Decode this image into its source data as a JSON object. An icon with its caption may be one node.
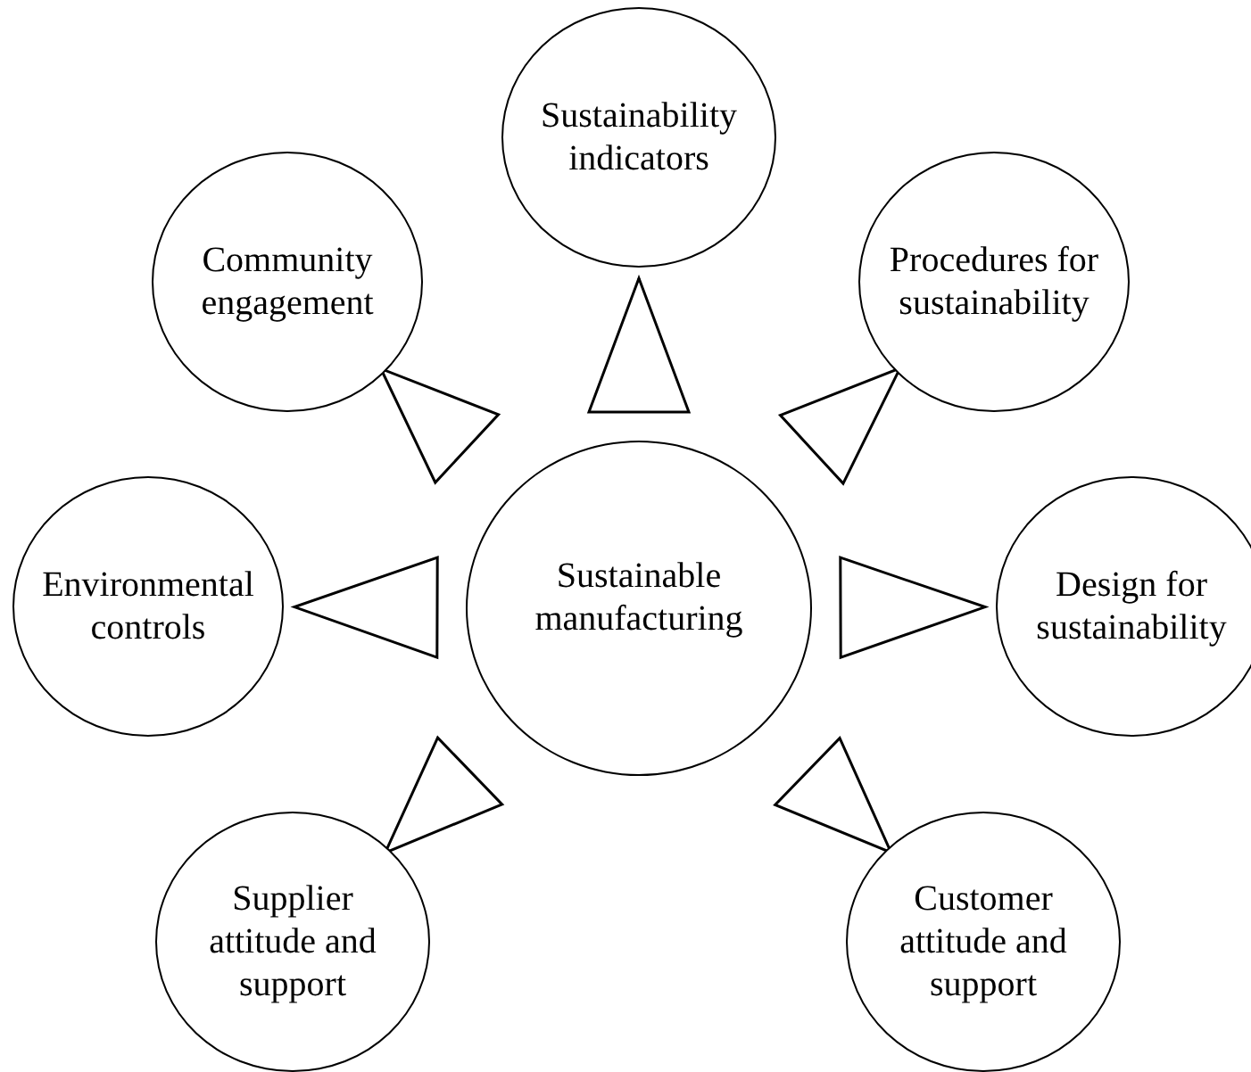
{
  "diagram": {
    "nodes": [
      {
        "text": [
          "Sustainable manufacturing"
        ]
      },
      {
        "text": [
          "Sustainability indicators"
        ]
      },
      {
        "text": [
          "Community engagement"
        ]
      },
      {
        "text": [
          "Procedures for sustainability"
        ]
      },
      {
        "text": [
          "Environmental controls"
        ]
      },
      {
        "text": [
          "Design for sustainability"
        ]
      },
      {
        "text": [
          "Supplier attitude and support"
        ]
      },
      {
        "text": [
          "Customer attitude and support"
        ]
      }
    ],
    "edges": [
      {
        "from": 0,
        "to": 1,
        "arrow": "to"
      },
      {
        "from": 0,
        "to": 2,
        "arrow": "to"
      },
      {
        "from": 0,
        "to": 3,
        "arrow": "to"
      },
      {
        "from": 0,
        "to": 4,
        "arrow": "to"
      },
      {
        "from": 0,
        "to": 5,
        "arrow": "to"
      },
      {
        "from": 0,
        "to": 6,
        "arrow": "to"
      },
      {
        "from": 0,
        "to": 7,
        "arrow": "to"
      }
    ]
  }
}
